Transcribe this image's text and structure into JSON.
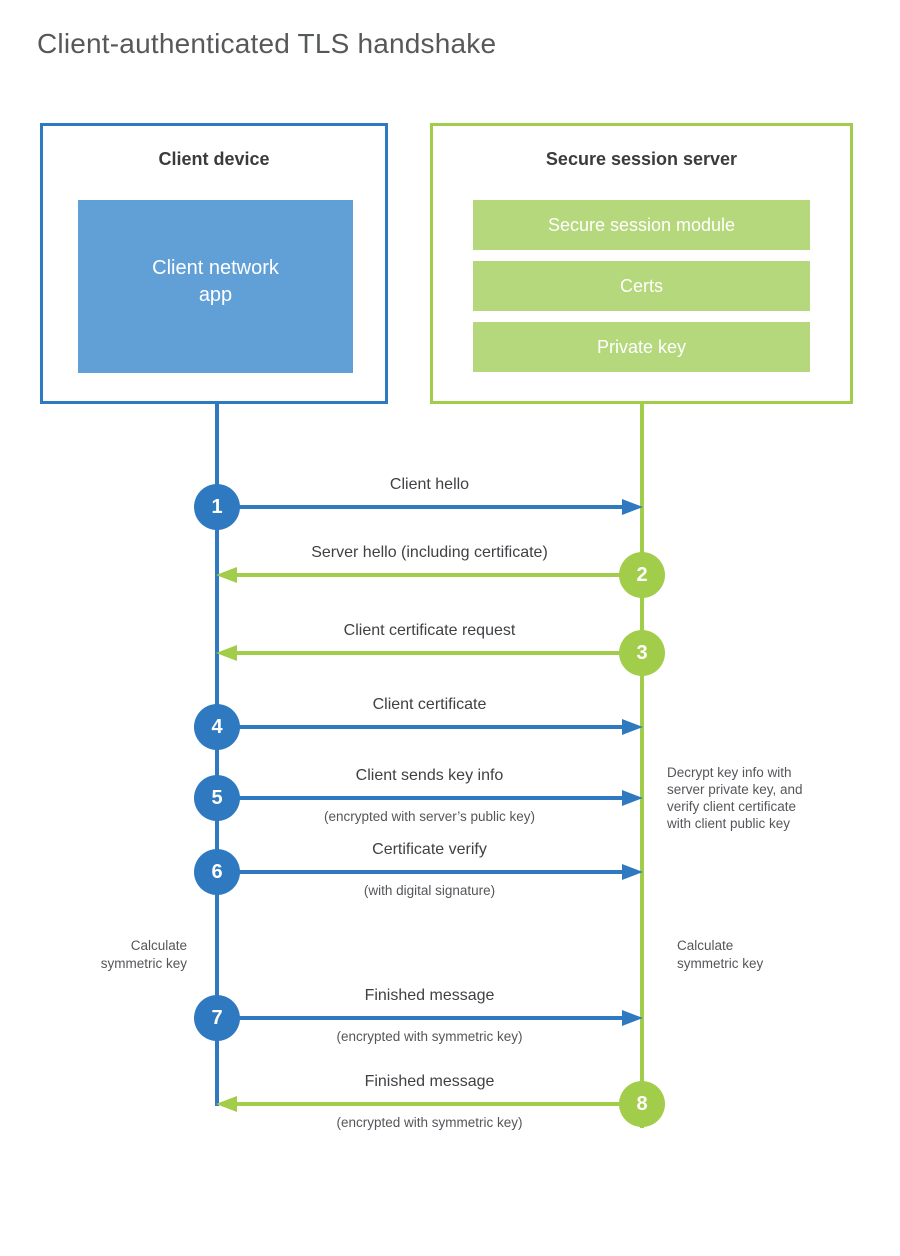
{
  "title": "Client-authenticated TLS handshake",
  "colors": {
    "blue": "#2e79bf",
    "blue_fill": "#61a0d7",
    "green": "#a2cd4a",
    "green_fill": "#b5d87c"
  },
  "client": {
    "title": "Client device",
    "app_lines": [
      "Client network",
      "app"
    ]
  },
  "server": {
    "title": "Secure session server",
    "modules": [
      "Secure session module",
      "Certs",
      "Private key"
    ]
  },
  "messages": [
    {
      "step": "1",
      "label": "Client hello"
    },
    {
      "step": "2",
      "label": "Server hello (including certificate)"
    },
    {
      "step": "3",
      "label": "Client certificate request"
    },
    {
      "step": "4",
      "label": "Client certificate"
    },
    {
      "step": "5",
      "label": "Client sends key info",
      "sub": "(encrypted with server’s public key)"
    },
    {
      "step": "6",
      "label": "Certificate verify",
      "sub": "(with digital signature)"
    },
    {
      "step": "7",
      "label": "Finished message",
      "sub": "(encrypted with symmetric key)"
    },
    {
      "step": "8",
      "label": "Finished message",
      "sub": "(encrypted with symmetric key)"
    }
  ],
  "notes": {
    "decrypt_lines": [
      "Decrypt key info with",
      "server private key, and",
      "verify client certificate",
      "with client public key"
    ],
    "calc_lines": [
      "Calculate",
      "symmetric key"
    ]
  }
}
